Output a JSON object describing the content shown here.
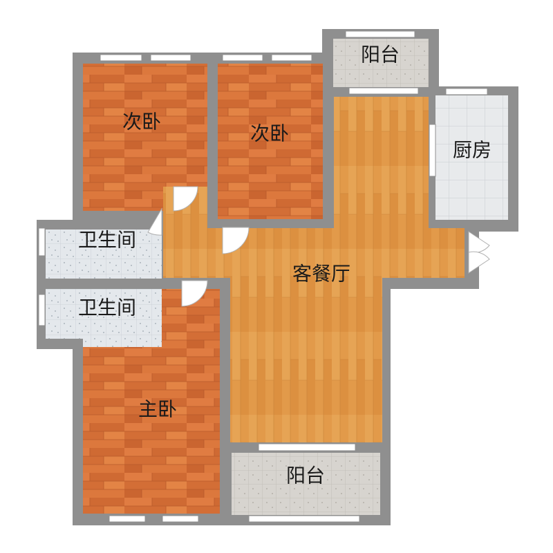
{
  "floorplan": {
    "rooms": {
      "bedroom_top_left": {
        "label": "次卧",
        "floor": "wood"
      },
      "bedroom_top_middle": {
        "label": "次卧",
        "floor": "wood"
      },
      "balcony_top": {
        "label": "阳台",
        "floor": "tile"
      },
      "kitchen": {
        "label": "厨房",
        "floor": "tile"
      },
      "bathroom_upper": {
        "label": "卫生间",
        "floor": "tile"
      },
      "bathroom_lower": {
        "label": "卫生间",
        "floor": "tile"
      },
      "living_dining": {
        "label": "客餐厅",
        "floor": "wood"
      },
      "master_bedroom": {
        "label": "主卧",
        "floor": "wood"
      },
      "balcony_bottom": {
        "label": "阳台",
        "floor": "tile"
      }
    },
    "colors": {
      "wall": "#8f8f8f",
      "bedroom_wood": "#d9733a",
      "living_wood": "#e29a4a",
      "tile": "#e3e6ea",
      "balcony_tile": "#d6d4d0",
      "window": "#ffffff"
    }
  }
}
